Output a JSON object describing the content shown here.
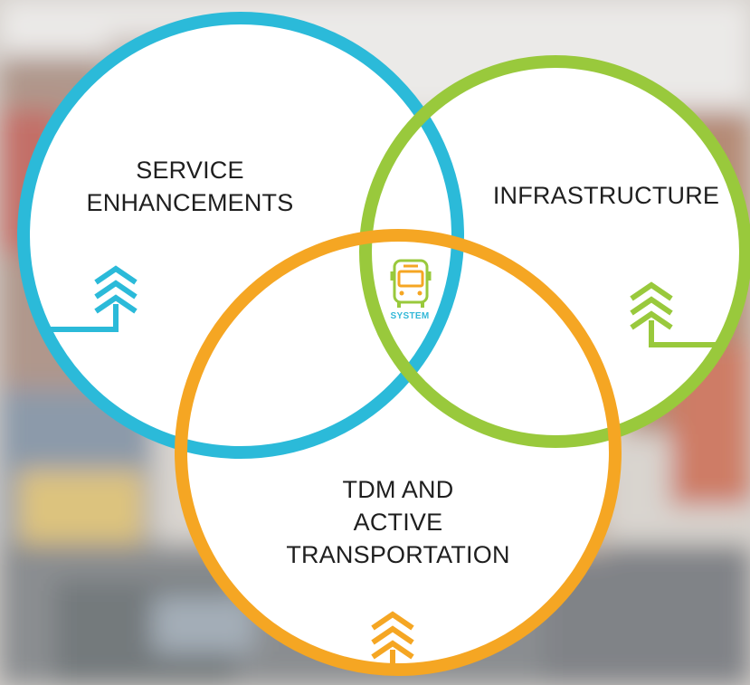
{
  "circles": {
    "service": {
      "line1": "SERVICE",
      "line2": "ENHANCEMENTS",
      "color": "#2bbad9"
    },
    "infrastructure": {
      "line1": "INFRASTRUCTURE",
      "color": "#99c93c"
    },
    "tdm": {
      "line1": "TDM AND",
      "line2": "ACTIVE",
      "line3": "TRANSPORTATION",
      "color": "#f5a623"
    }
  },
  "center": {
    "label": "SYSTEM",
    "icon": "bus-icon"
  },
  "icons": {
    "service": "chevron-up-arrow-icon",
    "infrastructure": "chevron-up-arrow-icon",
    "tdm": "chevron-up-arrow-icon"
  },
  "background": "blurred-street-scene"
}
